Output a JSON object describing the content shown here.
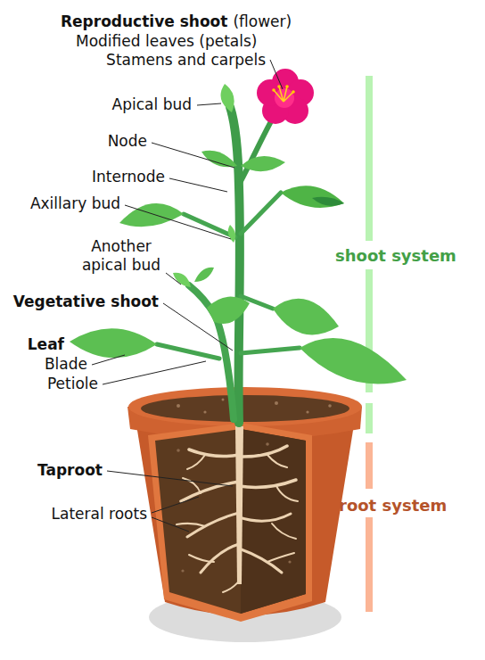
{
  "diagram": {
    "labels": [
      "Reproductive shoot",
      "(flower)",
      "Modified leaves (petals)",
      "Stamens and carpels",
      "Apical bud",
      "Node",
      "Internode",
      "Axillary bud",
      "Another apical bud",
      "Vegetative shoot",
      "Leaf",
      "Blade",
      "Petiole",
      "Taproot",
      "Lateral roots",
      "shoot system",
      "root system"
    ]
  }
}
